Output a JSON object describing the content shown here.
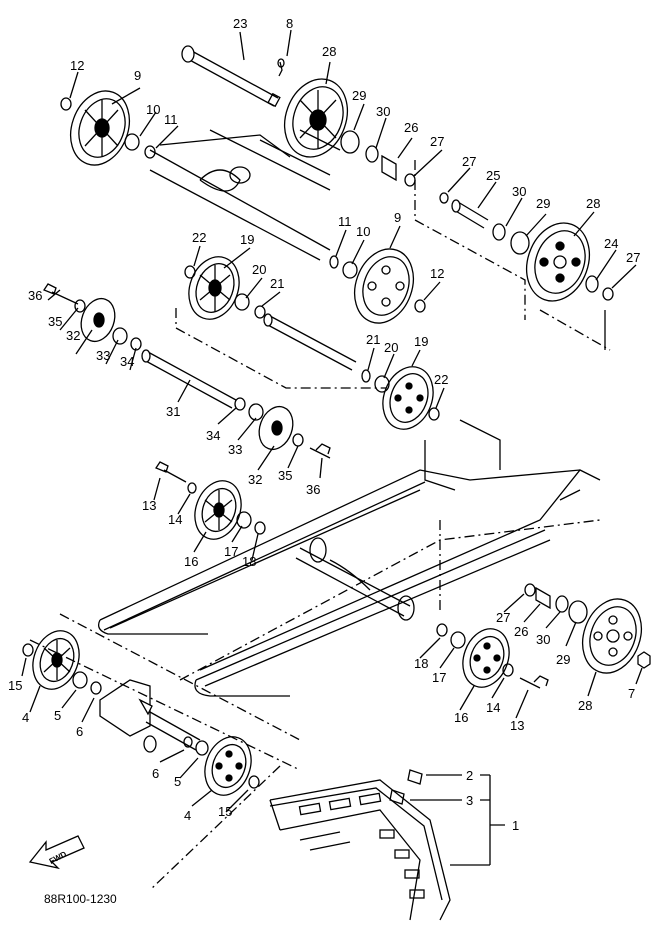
{
  "drawing_code": "88R100-1230",
  "fwd_label": "FWD",
  "part_numbers": [
    "23",
    "8",
    "28",
    "12",
    "9",
    "10",
    "11",
    "29",
    "30",
    "26",
    "27",
    "27",
    "25",
    "30",
    "29",
    "28",
    "24",
    "27",
    "22",
    "19",
    "20",
    "21",
    "11",
    "10",
    "9",
    "12",
    "36",
    "35",
    "32",
    "33",
    "34",
    "31",
    "21",
    "20",
    "19",
    "22",
    "34",
    "33",
    "32",
    "35",
    "36",
    "13",
    "14",
    "16",
    "17",
    "18",
    "27",
    "26",
    "30",
    "29",
    "28",
    "7",
    "15",
    "4",
    "5",
    "6",
    "6",
    "5",
    "4",
    "15",
    "18",
    "17",
    "16",
    "14",
    "13",
    "2",
    "3",
    "1"
  ]
}
